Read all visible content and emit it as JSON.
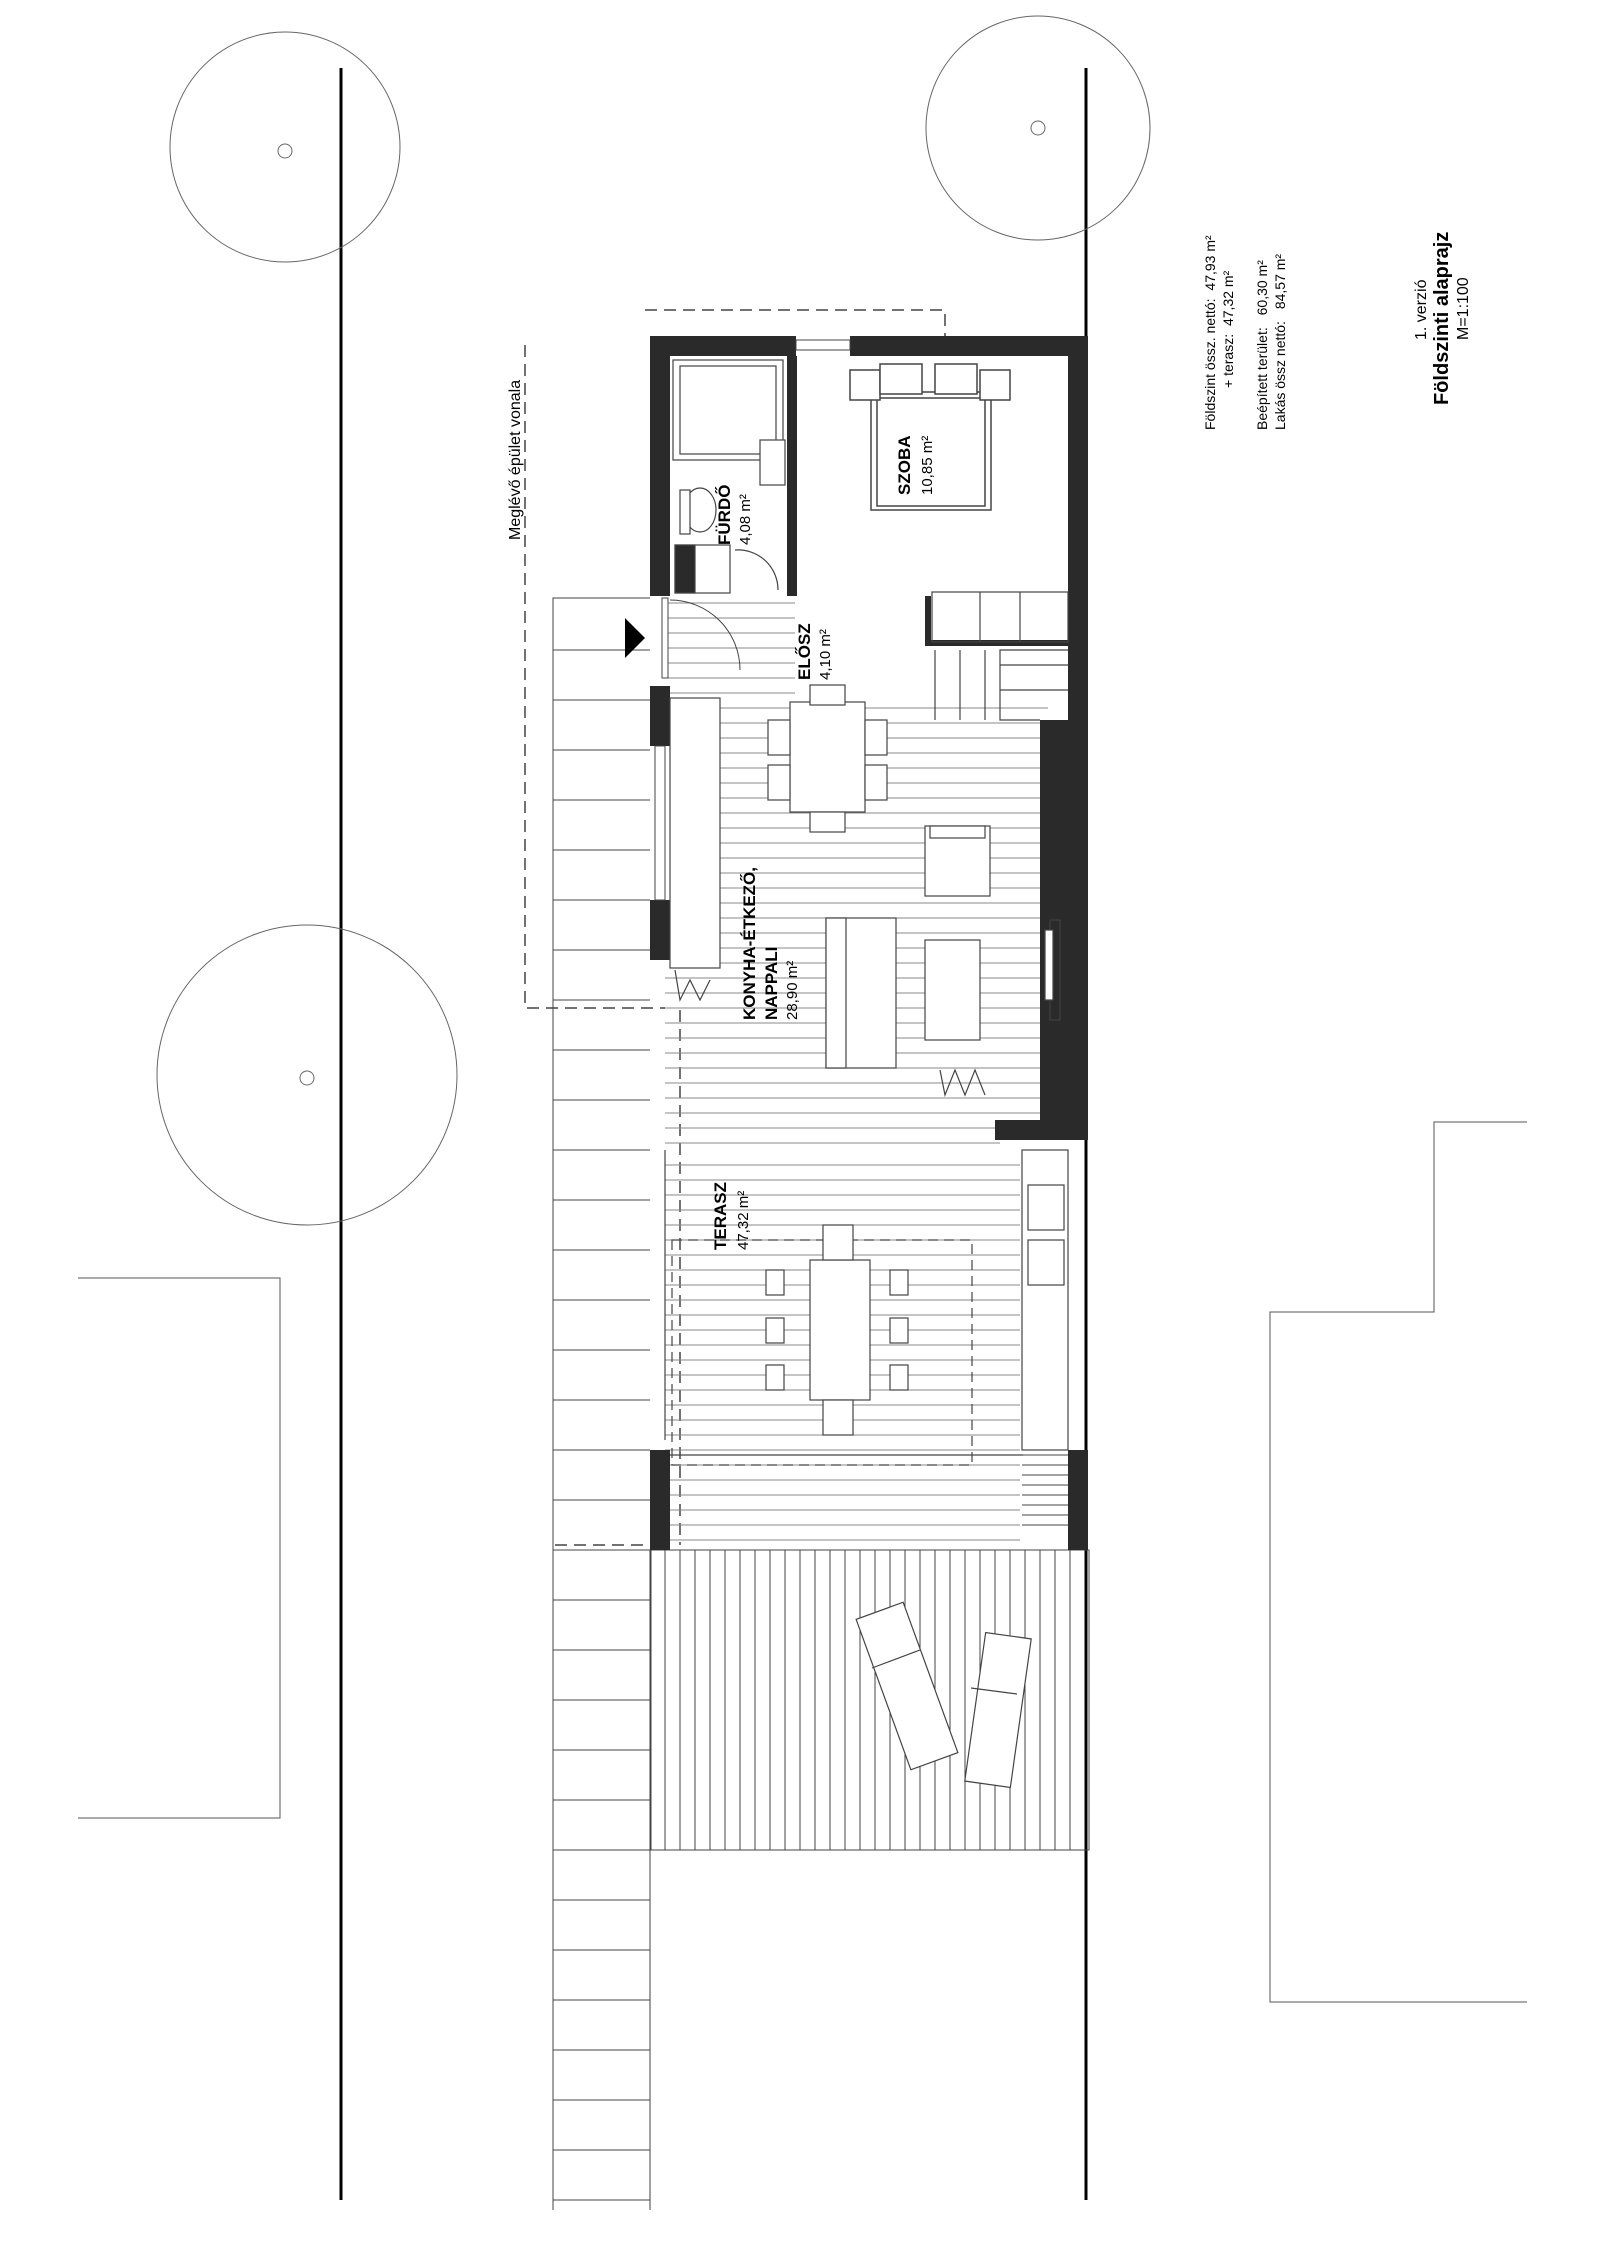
{
  "drawing": {
    "existing_building_line": "Meglévő épület vonala",
    "version": "1. verzió",
    "title": "Földszinti alaprajz",
    "scale": "M=1:100"
  },
  "summary": {
    "ground_net_label": "Földszint össz. nettó:",
    "ground_net_value": "47,93 m²",
    "terrace_label": "+ terasz:",
    "terrace_value": "47,32 m²",
    "built_area_label": "Beépített terület:",
    "built_area_value": "60,30 m²",
    "flat_net_label": "Lakás össz nettó:",
    "flat_net_value": "84,57 m²"
  },
  "rooms": {
    "furdo": {
      "name": "FÜRDŐ",
      "area": "4,08 m²"
    },
    "szoba": {
      "name": "SZOBA",
      "area": "10,85 m²"
    },
    "eloszoba": {
      "name": "ELŐSZ",
      "area": "4,10 m²"
    },
    "nappali": {
      "name_line1": "KONYHA-ÉTKEZŐ,",
      "name_line2": "NAPPALI",
      "area": "28,90 m²"
    },
    "terasz": {
      "name": "TERASZ",
      "area": "47,32 m²"
    }
  }
}
